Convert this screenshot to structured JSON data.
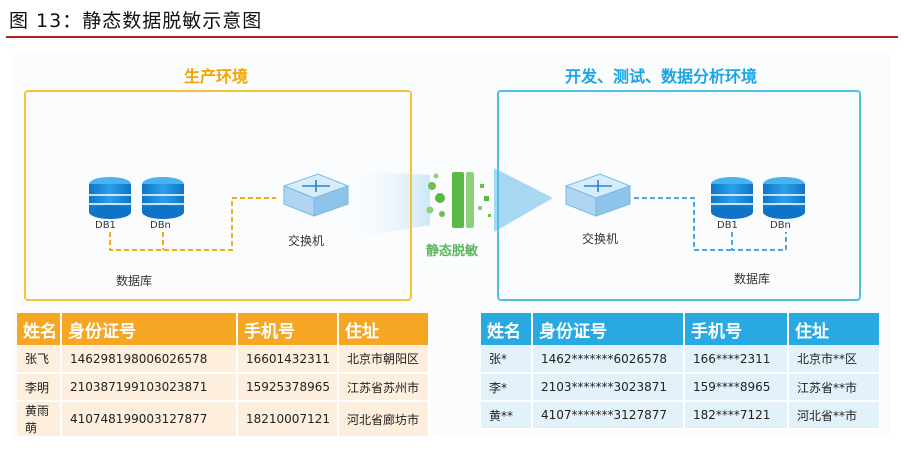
{
  "figure_title": "图 13：静态数据脱敏示意图",
  "prod": {
    "title": "生产环境",
    "db1_label": "DB1",
    "dbn_label": "DBn",
    "switch_label": "交换机",
    "database_label": "数据库"
  },
  "process_label": "静态脱敏",
  "dev": {
    "title": "开发、测试、数据分析环境",
    "db1_label": "DB1",
    "dbn_label": "DBn",
    "switch_label": "交换机",
    "database_label": "数据库"
  },
  "colors": {
    "prod_accent": "#f5a623",
    "dev_accent": "#29a9e1",
    "process_green": "#5cb85c",
    "title_rule": "#b22222"
  },
  "prod_table": {
    "headers": [
      "姓名",
      "身份证号",
      "手机号",
      "住址"
    ],
    "rows": [
      [
        "张飞",
        "146298198006026578",
        "16601432311",
        "北京市朝阳区"
      ],
      [
        "李明",
        "210387199103023871",
        "15925378965",
        "江苏省苏州市"
      ],
      [
        "黄雨萌",
        "410748199003127877",
        "18210007121",
        "河北省廊坊市"
      ]
    ]
  },
  "dev_table": {
    "headers": [
      "姓名",
      "身份证号",
      "手机号",
      "住址"
    ],
    "rows": [
      [
        "张*",
        "1462*******6026578",
        "166****2311",
        "北京市**区"
      ],
      [
        "李*",
        "2103*******3023871",
        "159****8965",
        "江苏省**市"
      ],
      [
        "黄**",
        "4107*******3127877",
        "182****7121",
        "河北省**市"
      ]
    ]
  }
}
